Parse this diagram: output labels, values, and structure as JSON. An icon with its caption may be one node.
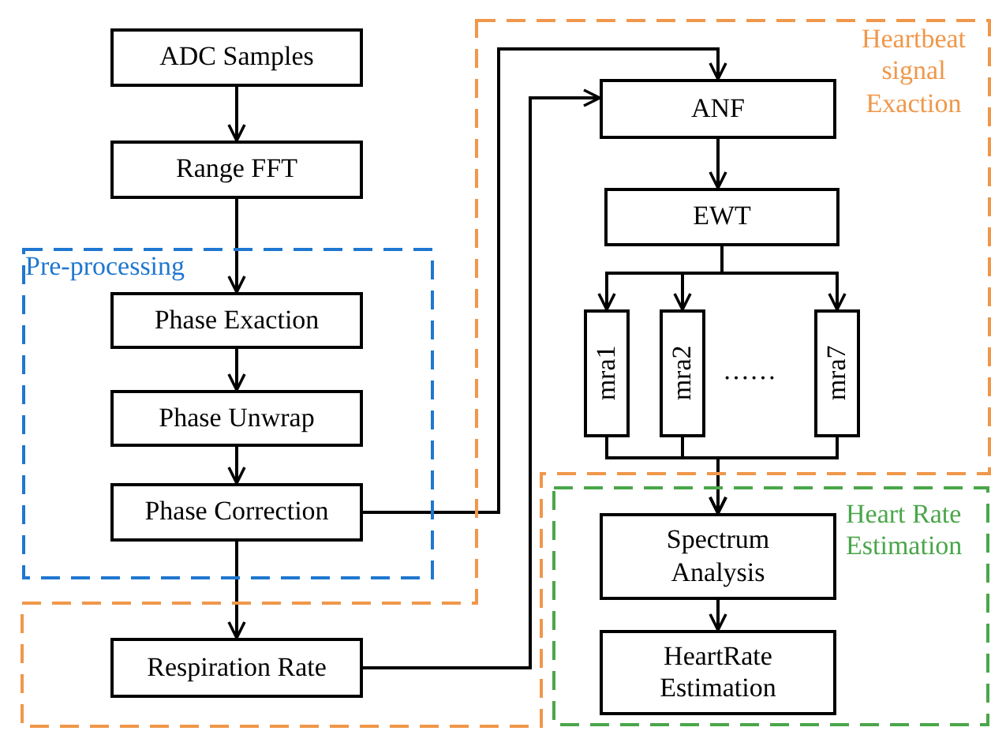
{
  "diagram": {
    "nodes": [
      {
        "text": [
          "ADC Samples"
        ]
      },
      {
        "text": [
          "Range FFT"
        ]
      },
      {
        "text": [
          "Pre-processing"
        ]
      },
      {
        "text": [
          "Phase Exaction"
        ],
        "in": 2
      },
      {
        "text": [
          "Phase Unwrap"
        ],
        "in": 2
      },
      {
        "text": [
          "Phase Correction"
        ],
        "in": 2
      },
      {
        "text": [
          "Heartbeat signal Exaction"
        ]
      },
      {
        "text": [
          "Respiration Rate"
        ],
        "in": 6
      },
      {
        "text": [
          "ANF"
        ],
        "in": 6
      },
      {
        "text": [
          "EWT"
        ],
        "in": 6
      },
      {
        "text": [
          "mra1"
        ],
        "in": 6
      },
      {
        "text": [
          "mra2"
        ],
        "in": 6
      },
      {
        "text": [
          "mra7"
        ],
        "in": 6
      },
      {
        "text": [
          "Heart Rate Estimation"
        ],
        "in": 6
      },
      {
        "text": [
          "Spectrum Analysis"
        ],
        "in": 13
      },
      {
        "text": [
          "HeartRate Estimation"
        ],
        "in": 13
      }
    ],
    "edges": [
      {
        "from": 0,
        "to": 1,
        "arrow": "to"
      },
      {
        "from": 1,
        "to": 3,
        "arrow": "to"
      },
      {
        "from": 3,
        "to": 4,
        "arrow": "to"
      },
      {
        "from": 4,
        "to": 5,
        "arrow": "to"
      },
      {
        "from": 5,
        "to": 7,
        "arrow": "to"
      },
      {
        "from": 5,
        "to": 8,
        "arrow": "to"
      },
      {
        "from": 7,
        "to": 8,
        "arrow": "to"
      },
      {
        "from": 8,
        "to": 9,
        "arrow": "to"
      },
      {
        "from": 9,
        "to": 10,
        "arrow": "to"
      },
      {
        "from": 9,
        "to": 11,
        "arrow": "to"
      },
      {
        "from": 9,
        "to": 12,
        "arrow": "to"
      },
      {
        "from": 10,
        "to": 14,
        "arrow": "to"
      },
      {
        "from": 11,
        "to": 14,
        "arrow": "to"
      },
      {
        "from": 12,
        "to": 14,
        "arrow": "to"
      },
      {
        "from": 14,
        "to": 15,
        "arrow": "to"
      }
    ],
    "labels": [
      "……"
    ]
  }
}
